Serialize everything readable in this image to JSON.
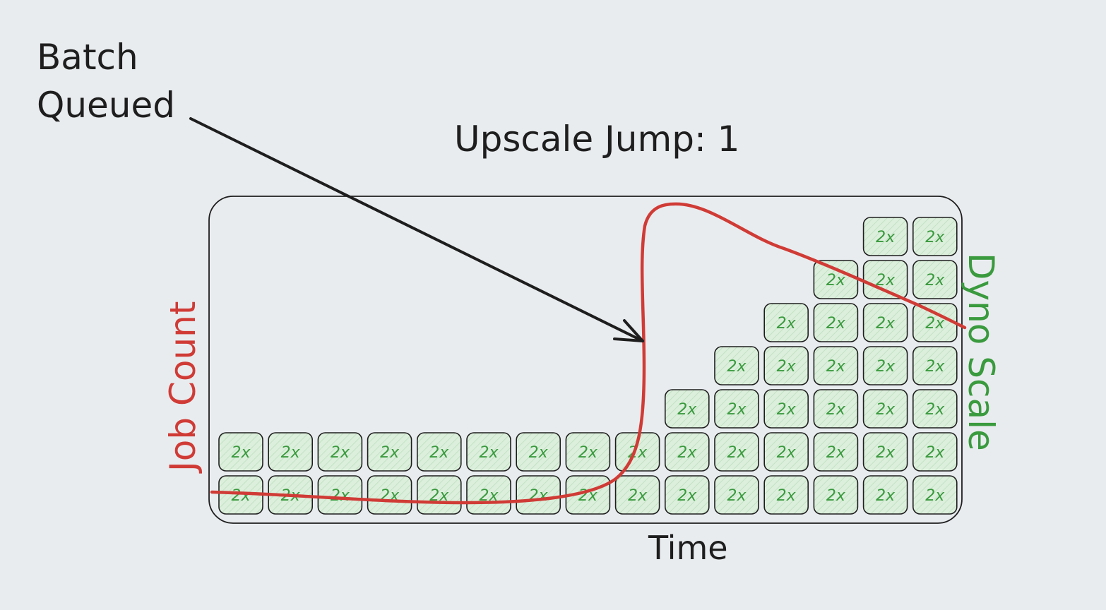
{
  "title": "Upscale Jump: 1",
  "annotation": {
    "line1": "Batch",
    "line2": "Queued"
  },
  "axes": {
    "x_label": "Time",
    "left_label": "Job Count",
    "right_label": "Dyno Scale"
  },
  "dyno_label": "2x",
  "dyno_counts": [
    2,
    2,
    2,
    2,
    2,
    2,
    2,
    2,
    2,
    3,
    4,
    5,
    6,
    7,
    7
  ],
  "colors": {
    "background": "#e9ecef",
    "job_count": "#d03b36",
    "dyno_scale": "#3a9a3e",
    "ink": "#1e1e1e",
    "box_fill": "#dbeedb"
  }
}
